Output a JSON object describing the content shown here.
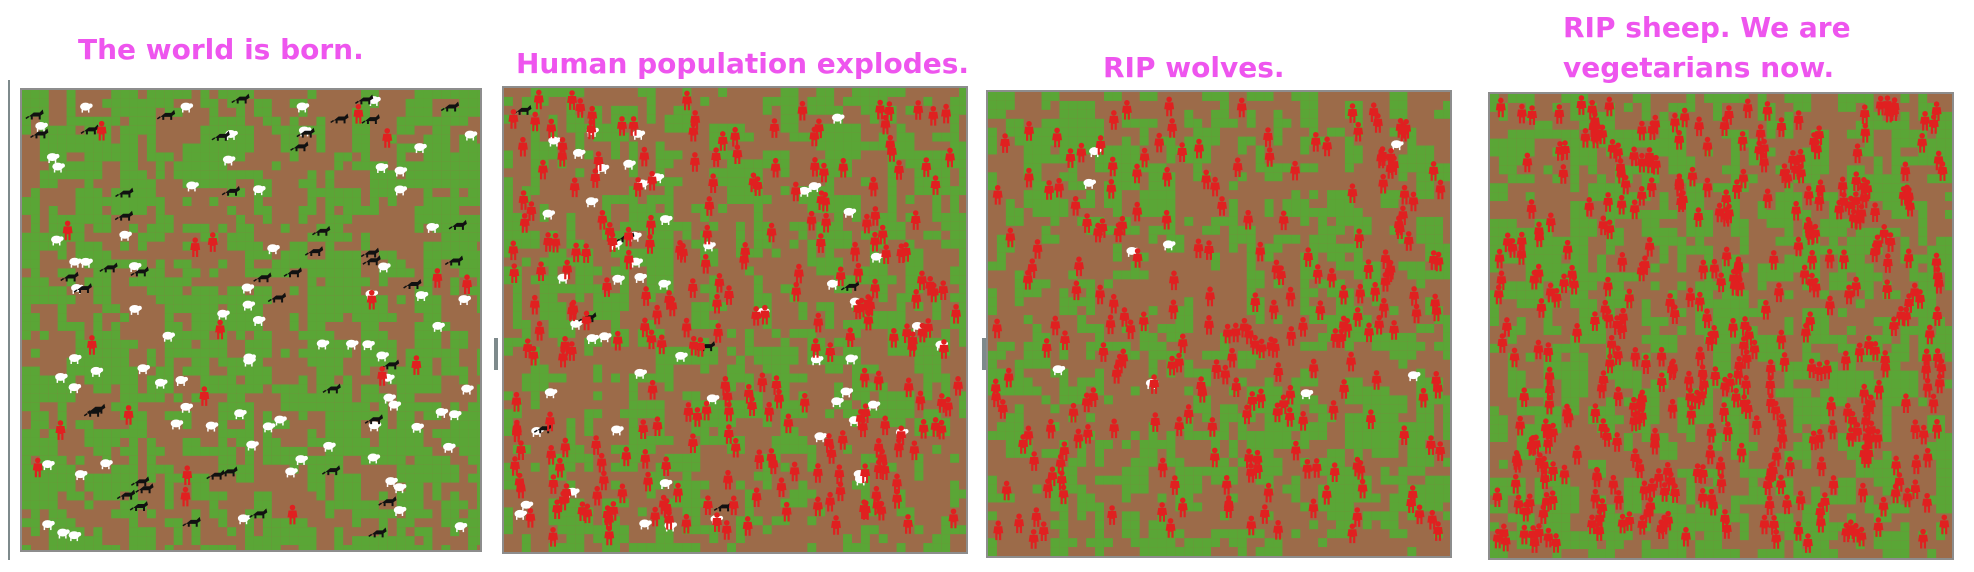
{
  "panels": [
    {
      "caption": "The world is born.",
      "colors": {
        "grass": "#5aa636",
        "dirt": "#9c6b49",
        "human": "#e02020",
        "sheep": "#ffffff",
        "wolf": "#111111"
      },
      "grass_fraction": 0.55,
      "counts": {
        "humans": 20,
        "sheep": 80,
        "wolves": 45
      }
    },
    {
      "caption": "Human population explodes.",
      "colors": {
        "grass": "#5aa636",
        "dirt": "#9c6b49",
        "human": "#e02020",
        "sheep": "#ffffff",
        "wolf": "#111111"
      },
      "grass_fraction": 0.42,
      "counts": {
        "humans": 260,
        "sheep": 55,
        "wolves": 7
      }
    },
    {
      "caption": "RIP wolves.",
      "colors": {
        "grass": "#5aa636",
        "dirt": "#9c6b49",
        "human": "#e02020",
        "sheep": "#ffffff",
        "wolf": "#111111"
      },
      "grass_fraction": 0.42,
      "counts": {
        "humans": 230,
        "sheep": 9,
        "wolves": 0
      }
    },
    {
      "caption": "RIP sheep. We are\nvegetarians now.",
      "colors": {
        "grass": "#5aa636",
        "dirt": "#9c6b49",
        "human": "#e02020",
        "sheep": "#ffffff",
        "wolf": "#111111"
      },
      "grass_fraction": 0.5,
      "counts": {
        "humans": 420,
        "sheep": 0,
        "wolves": 0
      }
    }
  ]
}
